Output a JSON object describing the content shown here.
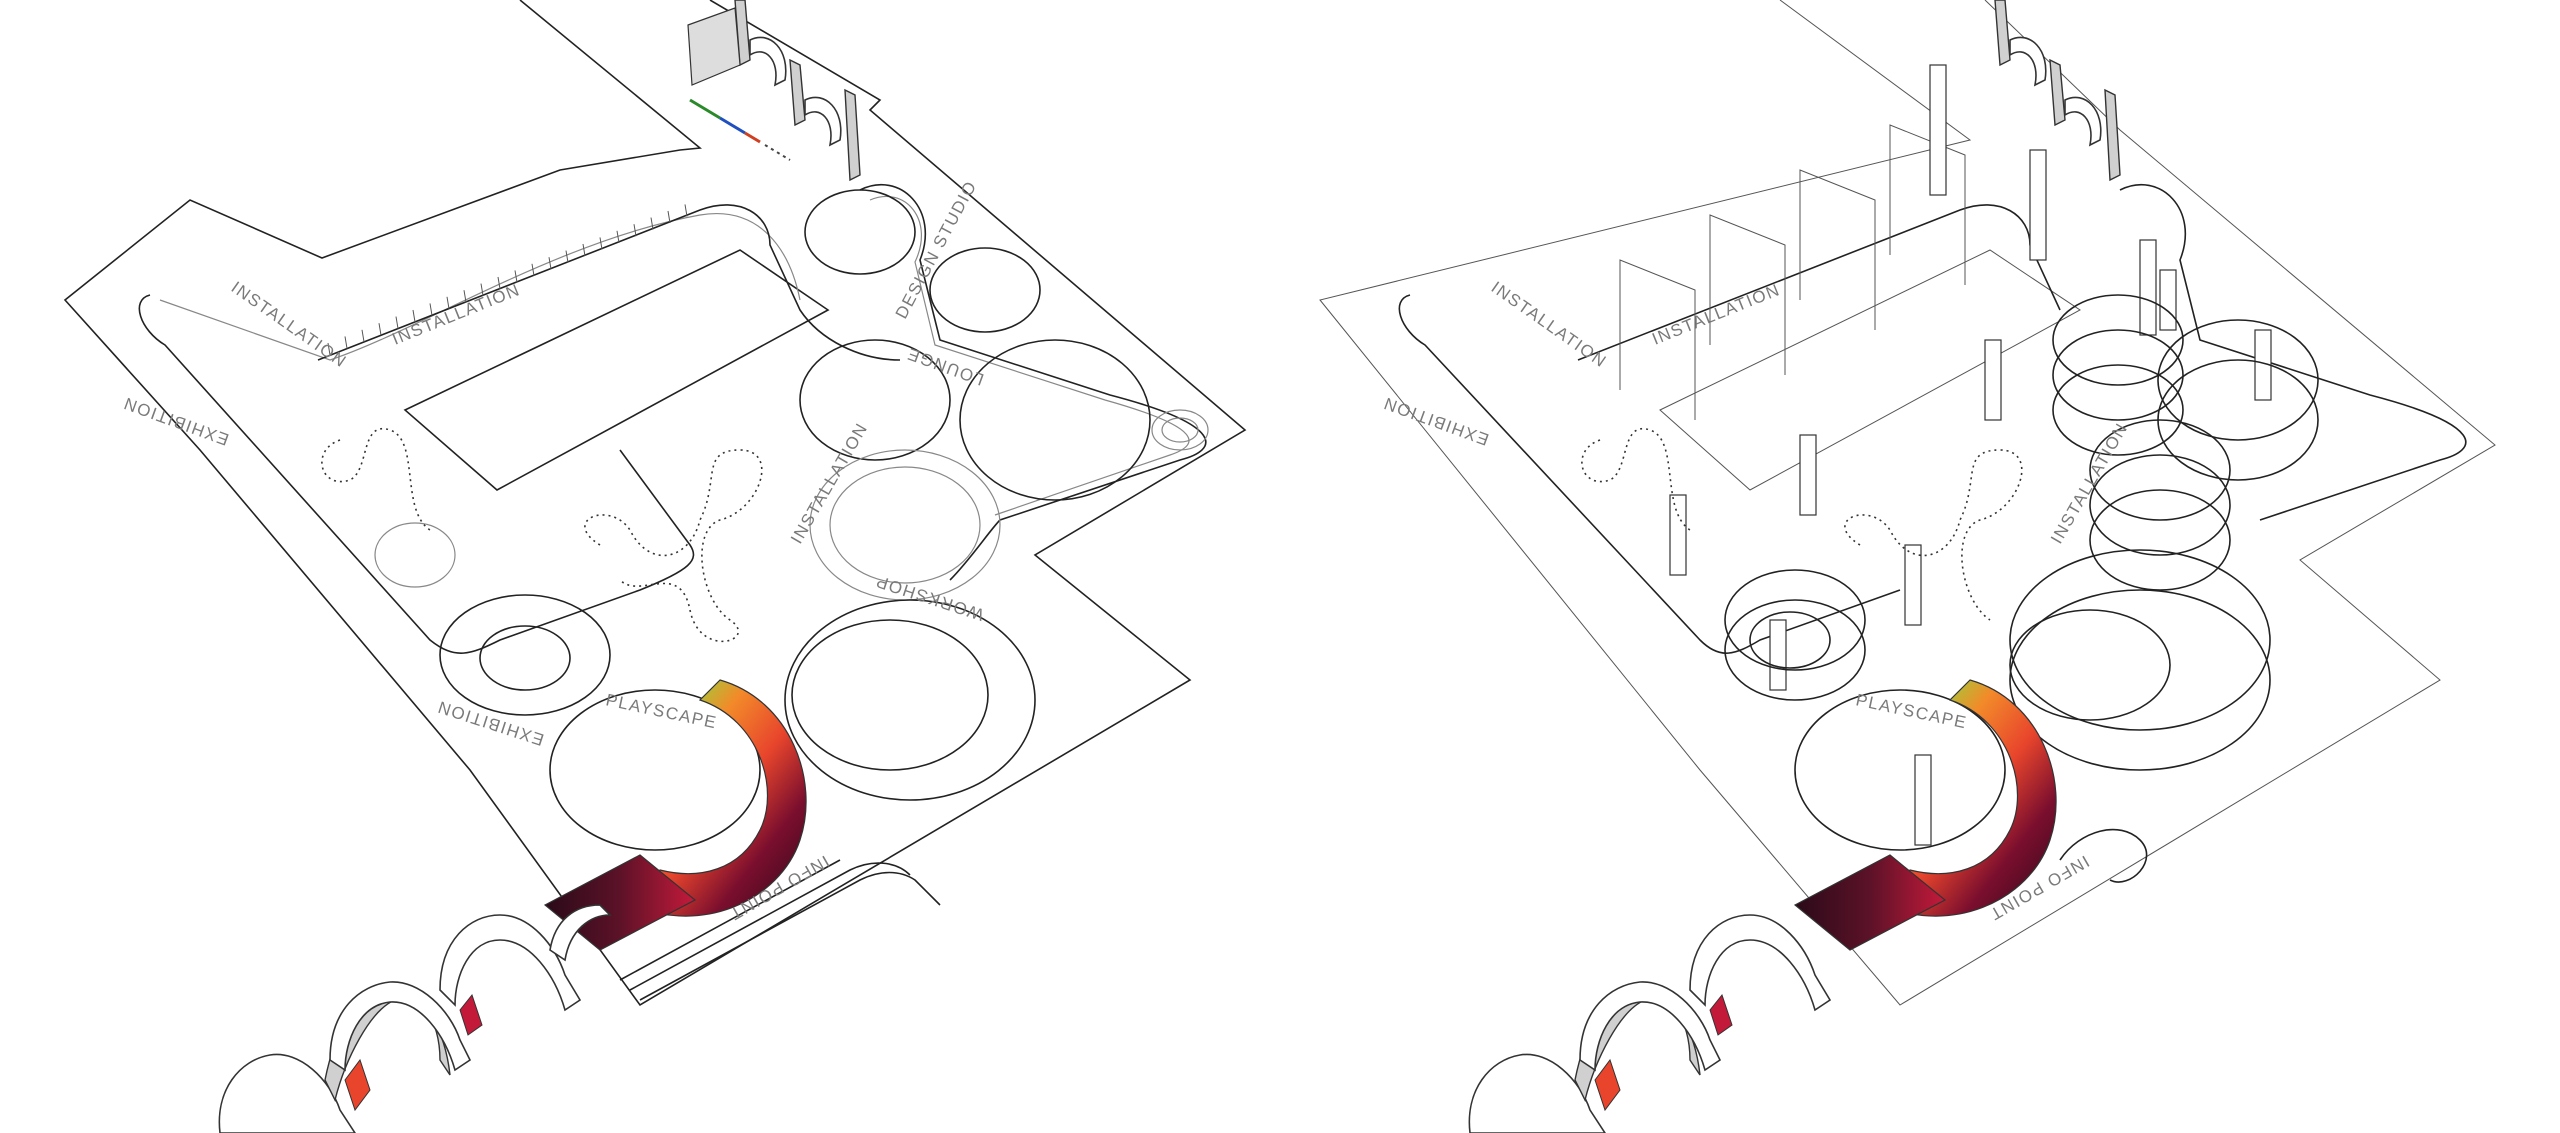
{
  "views": [
    {
      "id": "plan",
      "labels": {
        "installation_top": "INSTALLATION",
        "installation_mid": "INSTALLATION",
        "exhibition_left": "EXHIBITION",
        "exhibition_bottom": "EXHIBITION",
        "playscape": "PLAYSCAPE",
        "workshop": "WORKSHOP",
        "design_studio": "DESIGN STUDIO",
        "info_point": "INFO POINT",
        "lounge": "LOUNGE"
      }
    },
    {
      "id": "axonometric",
      "labels": {
        "installation_top": "INSTALLATION",
        "installation_mid": "INSTALLATION",
        "exhibition_left": "EXHIBITION",
        "playscape": "PLAYSCAPE",
        "info_point": "INFO POINT"
      }
    }
  ],
  "gradient_colors": [
    "#f5f07a",
    "#9bd13a",
    "#5aa628",
    "#f28a2a",
    "#e8452c",
    "#c41a3a",
    "#7a0e2e",
    "#2a0a18"
  ],
  "line_color": "#222222"
}
